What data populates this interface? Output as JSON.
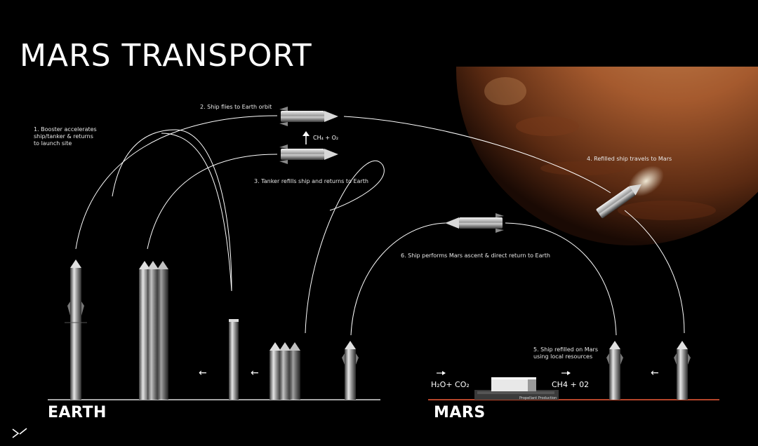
{
  "title": "MARS TRANSPORT",
  "steps": {
    "s1": "1.  Booster accelerates\n     ship/tanker & returns\n     to launch site",
    "s2": "2. Ship flies to Earth orbit",
    "s3": "3. Tanker refills ship and returns to Earth",
    "s4": "4. Refilled ship travels to Mars",
    "s5": "5. Ship refilled on Mars\n    using local resources",
    "s6": "6. Ship performs Mars ascent & direct return to Earth"
  },
  "formulas": {
    "orbit_refuel": "CH₄ + O₂",
    "mars_input": "H₂O+ CO₂",
    "mars_output": "CH4 + 02",
    "plant_label": "Propellant Production"
  },
  "planets": {
    "earth": "EARTH",
    "mars": "MARS"
  },
  "colors": {
    "background": "#000000",
    "earth_ground": "#d9d9d9",
    "mars_ground": "#b5452a",
    "mars_surface": "#b8663c",
    "flight_path": "#ffffff"
  },
  "icons": {
    "logo": "spacex-x-logo",
    "arrow": "arrow-left-icon"
  }
}
